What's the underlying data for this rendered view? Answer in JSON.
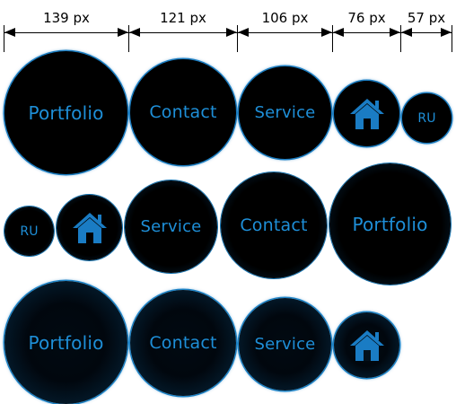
{
  "dimensions": [
    "139 px",
    "121 px",
    "106 px",
    "76 px",
    "57 px"
  ],
  "buttons": {
    "portfolio": "Portfolio",
    "contact": "Contact",
    "service": "Service",
    "home_icon": "home-icon",
    "ru": "RU"
  },
  "colors": {
    "text": "#1e8fd8",
    "glow": "#1a7cc0",
    "fill": "#000000"
  }
}
